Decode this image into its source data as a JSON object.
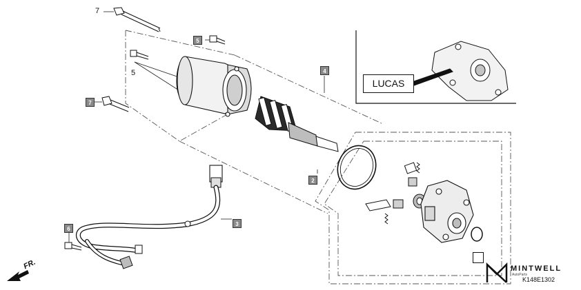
{
  "callouts": {
    "bolt_long_top": "7",
    "bolt_short_top": "5",
    "bolt_short_left": "5",
    "bolt_long_left": "7",
    "tag_motor_assy": "4",
    "tag_o_ring": "2",
    "tag_cable": "3",
    "tag_cable_bolt": "6"
  },
  "inset_label": "LUCAS",
  "direction_label": "FR.",
  "watermark": {
    "brand": "MINTWELL",
    "sub": "AutoParts"
  },
  "diagram_code": "K148E1302"
}
